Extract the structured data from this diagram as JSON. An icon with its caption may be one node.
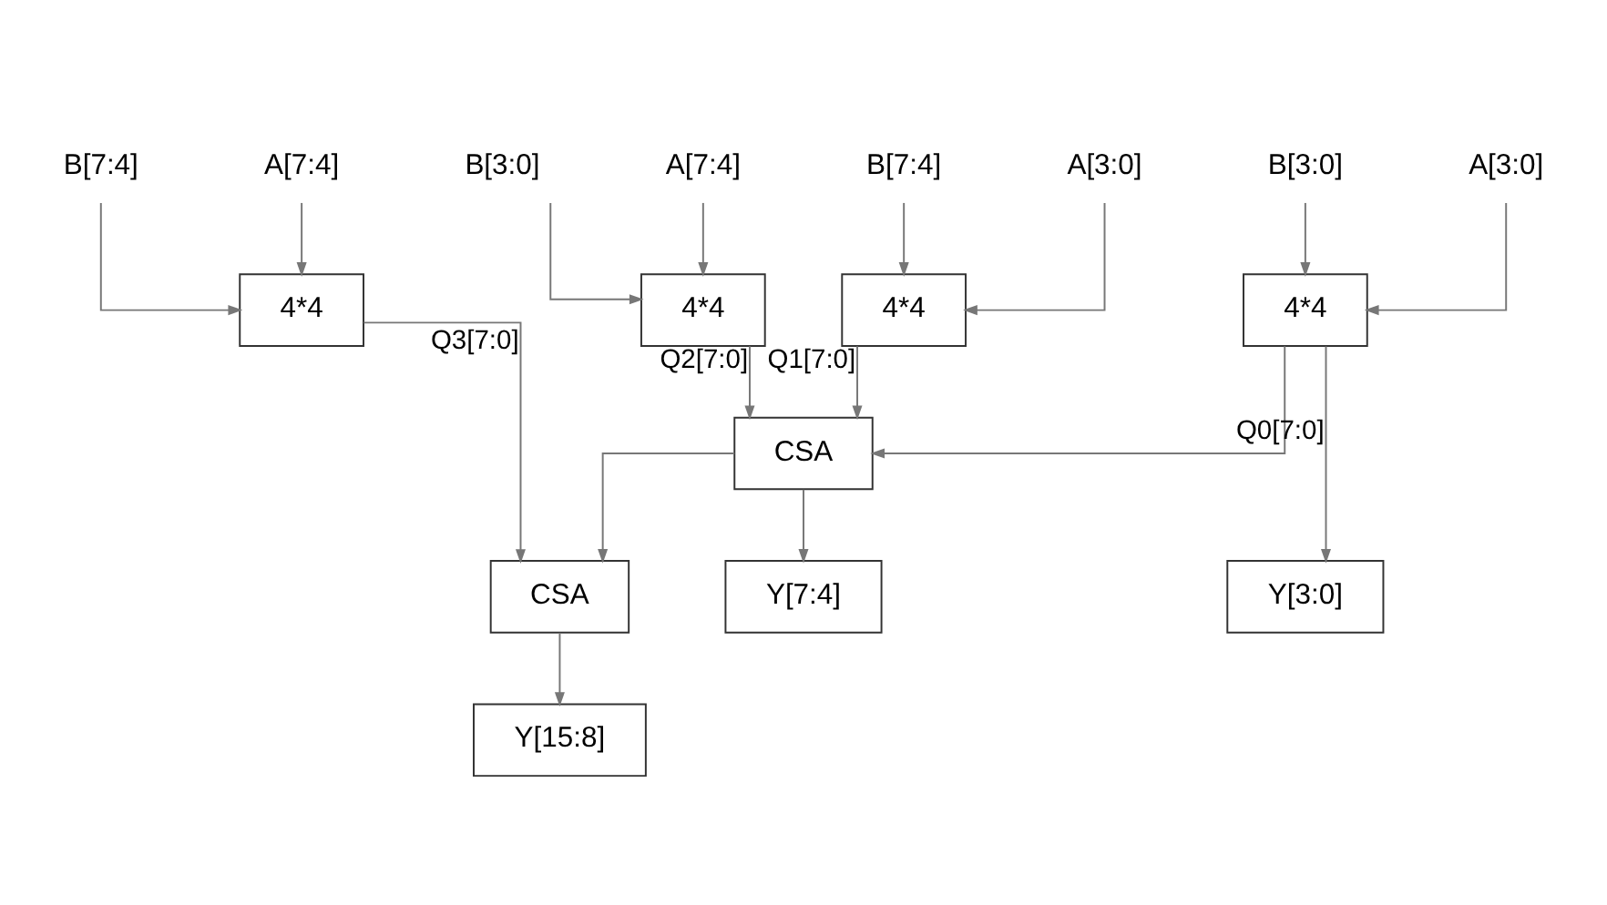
{
  "diagram": {
    "nodes": [
      {
        "text": [
          "B[7:4]"
        ]
      },
      {
        "text": [
          "A[7:4]"
        ]
      },
      {
        "text": [
          "B[3:0]"
        ]
      },
      {
        "text": [
          "A[7:4]"
        ]
      },
      {
        "text": [
          "B[7:4]"
        ]
      },
      {
        "text": [
          "A[3:0]"
        ]
      },
      {
        "text": [
          "B[3:0]"
        ]
      },
      {
        "text": [
          "A[3:0]"
        ]
      },
      {
        "text": [
          "4*4"
        ]
      },
      {
        "text": [
          "4*4"
        ]
      },
      {
        "text": [
          "4*4"
        ]
      },
      {
        "text": [
          "4*4"
        ]
      },
      {
        "text": [
          "CSA"
        ]
      },
      {
        "text": [
          "CSA"
        ]
      },
      {
        "text": [
          "Y[3:0]"
        ]
      },
      {
        "text": [
          "Y[7:4]"
        ]
      },
      {
        "text": [
          "Y[15:8]"
        ]
      }
    ],
    "edges": [
      {
        "from": 0,
        "to": 8,
        "arrow": "to"
      },
      {
        "from": 1,
        "to": 8,
        "arrow": "to"
      },
      {
        "from": 2,
        "to": 9,
        "arrow": "to"
      },
      {
        "from": 3,
        "to": 9,
        "arrow": "to"
      },
      {
        "from": 4,
        "to": 10,
        "arrow": "to"
      },
      {
        "from": 5,
        "to": 10,
        "arrow": "to"
      },
      {
        "from": 6,
        "to": 11,
        "arrow": "to"
      },
      {
        "from": 7,
        "to": 11,
        "arrow": "to"
      },
      {
        "from": 8,
        "to": 13,
        "arrow": "to",
        "label": "Q3[7:0]"
      },
      {
        "from": 9,
        "to": 12,
        "arrow": "to",
        "label": "Q2[7:0]"
      },
      {
        "from": 10,
        "to": 12,
        "arrow": "to",
        "label": "Q1[7:0]"
      },
      {
        "from": 11,
        "to": 12,
        "arrow": "to"
      },
      {
        "from": 11,
        "to": 14,
        "arrow": "to",
        "label": "Q0[7:0]"
      },
      {
        "from": 12,
        "to": 13,
        "arrow": "to"
      },
      {
        "from": 12,
        "to": 15,
        "arrow": "to"
      },
      {
        "from": 13,
        "to": 16,
        "arrow": "to"
      }
    ]
  }
}
